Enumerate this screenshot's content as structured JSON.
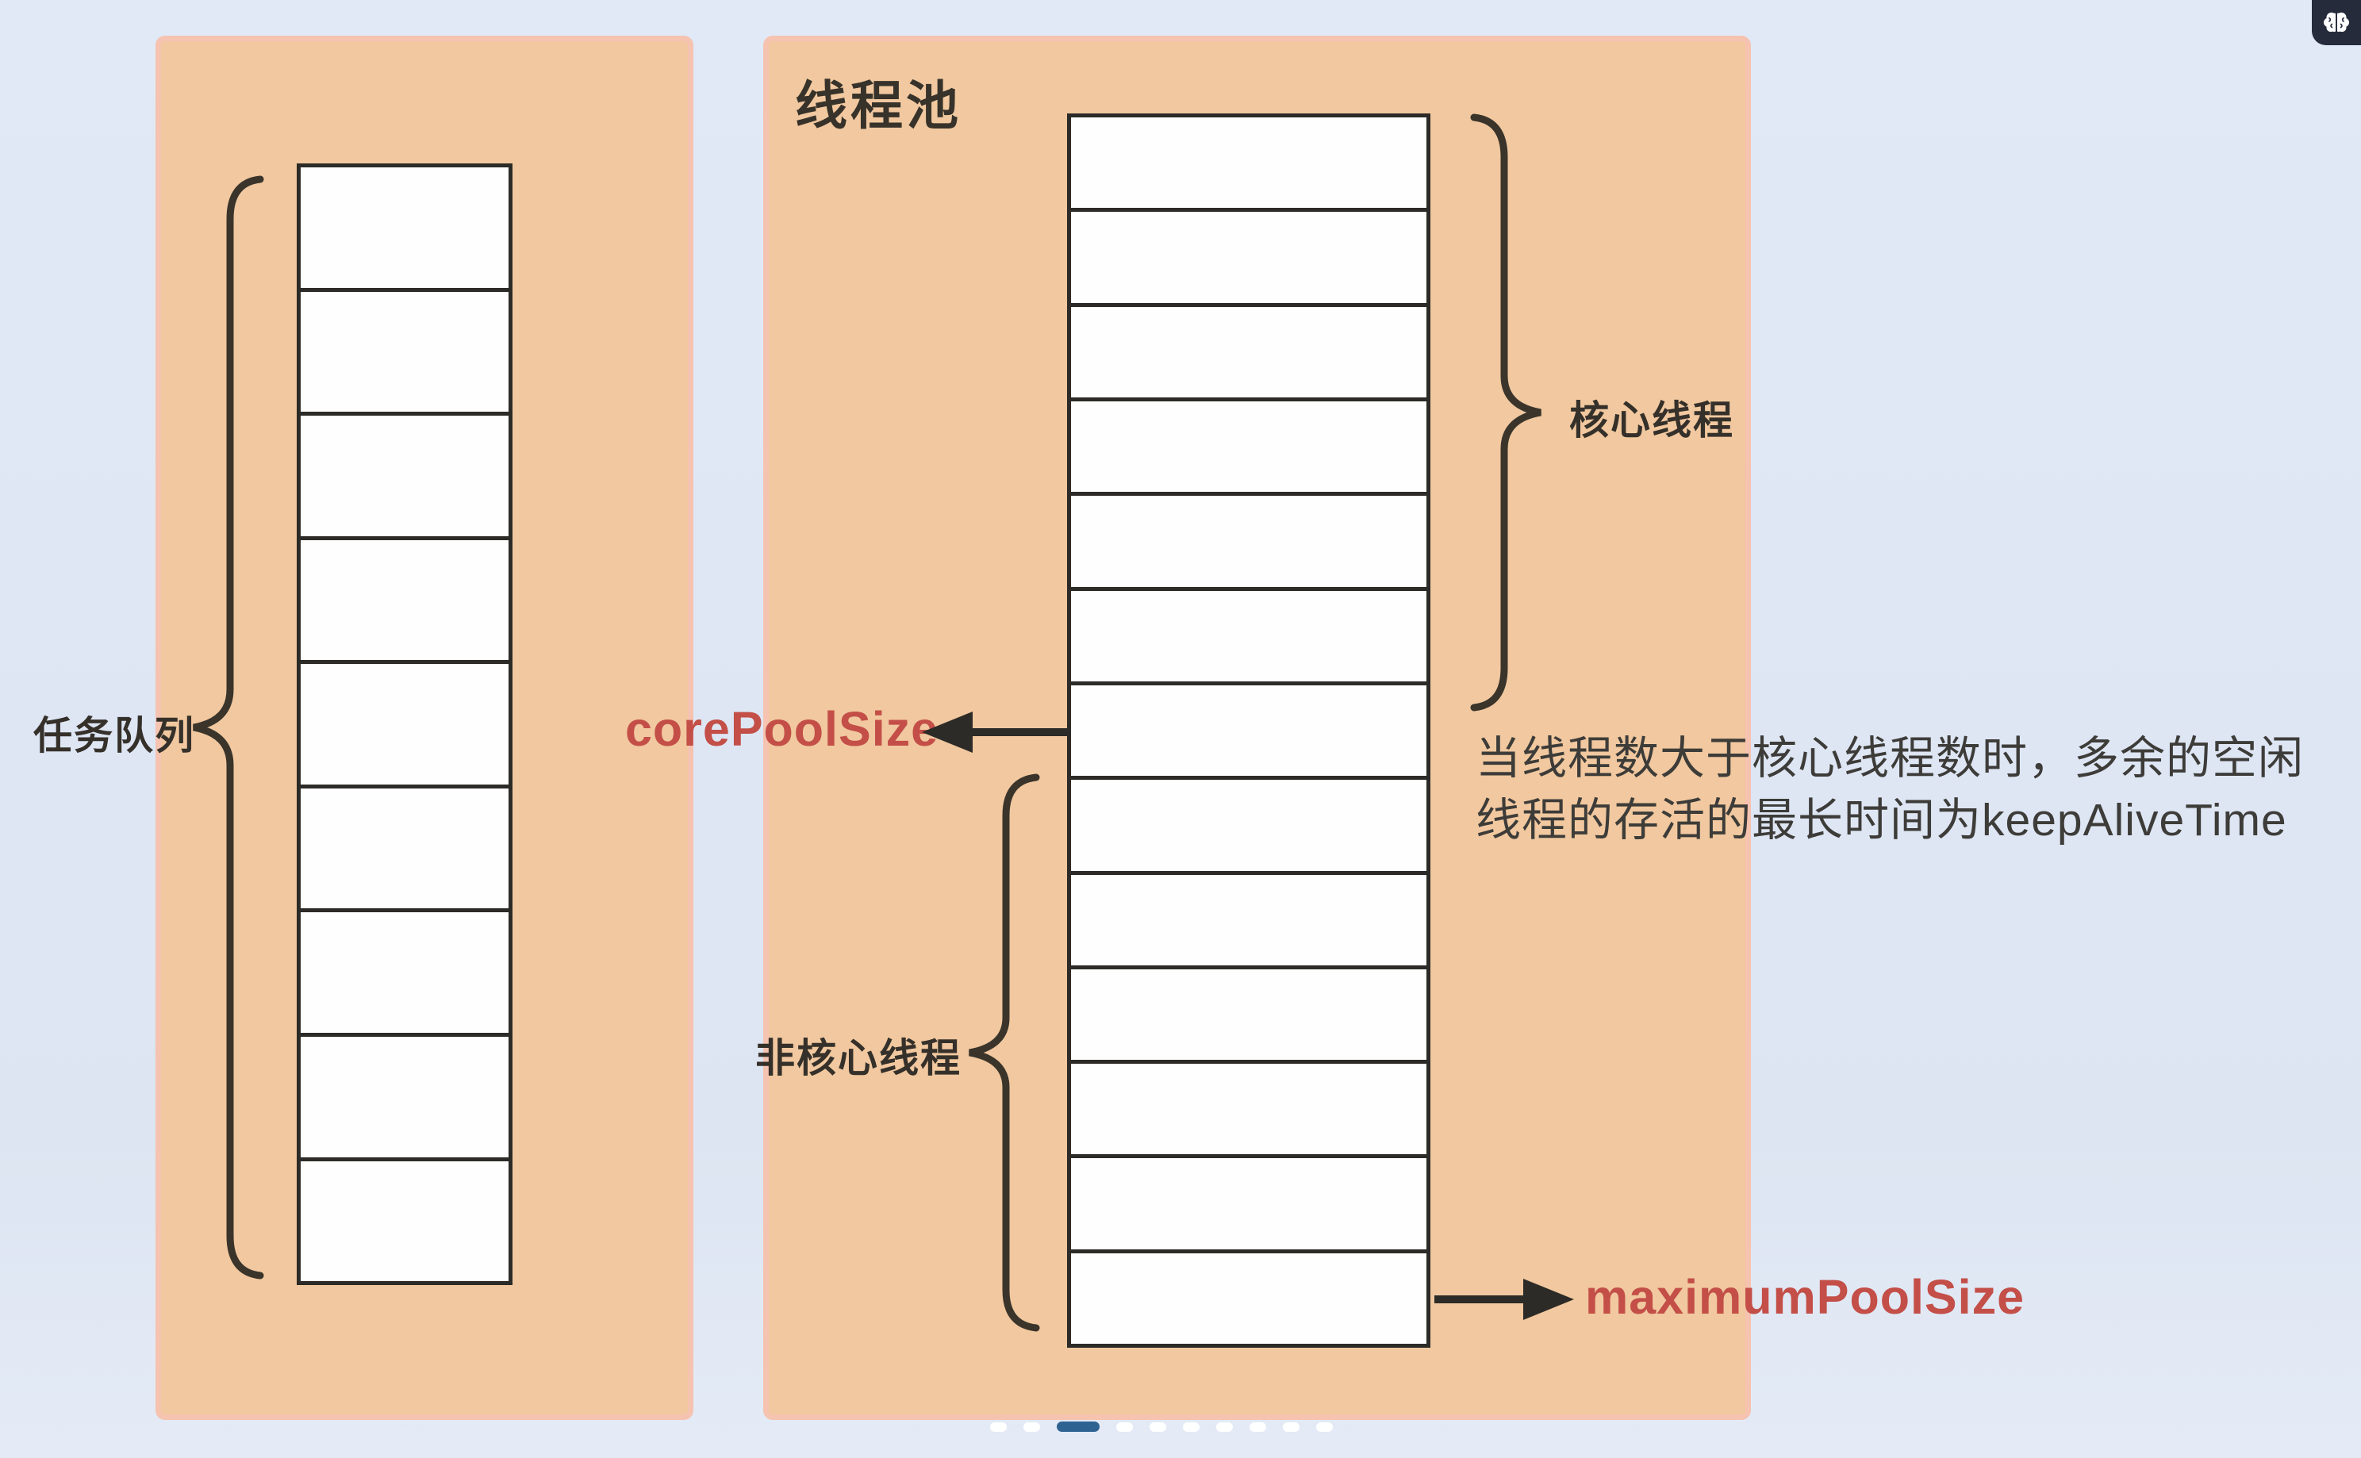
{
  "slide": {
    "background_color": "#dde5f2",
    "panel_color": "#f1c89f",
    "panel_edge_color": "#f5c3b0",
    "box_line_color": "#2c2b27",
    "accent_red": "#c34f48",
    "task_queue": {
      "label": "任务队列",
      "slot_count": 9
    },
    "thread_pool": {
      "title": "线程池",
      "slot_count": 13,
      "core_label": "核心线程",
      "noncore_label": "非核心线程"
    },
    "annotations": {
      "core_pool_size": "corePoolSize",
      "maximum_pool_size": "maximumPoolSize",
      "keep_alive_note_line1": "当线程数大于核心线程数时，多余的空闲",
      "keep_alive_note_line2": "线程的存活的最长时间为keepAliveTime"
    },
    "pagination": {
      "count": 10,
      "active_index": 2,
      "active_color": "#2e6291"
    },
    "corner_icon": "brain-icon"
  }
}
